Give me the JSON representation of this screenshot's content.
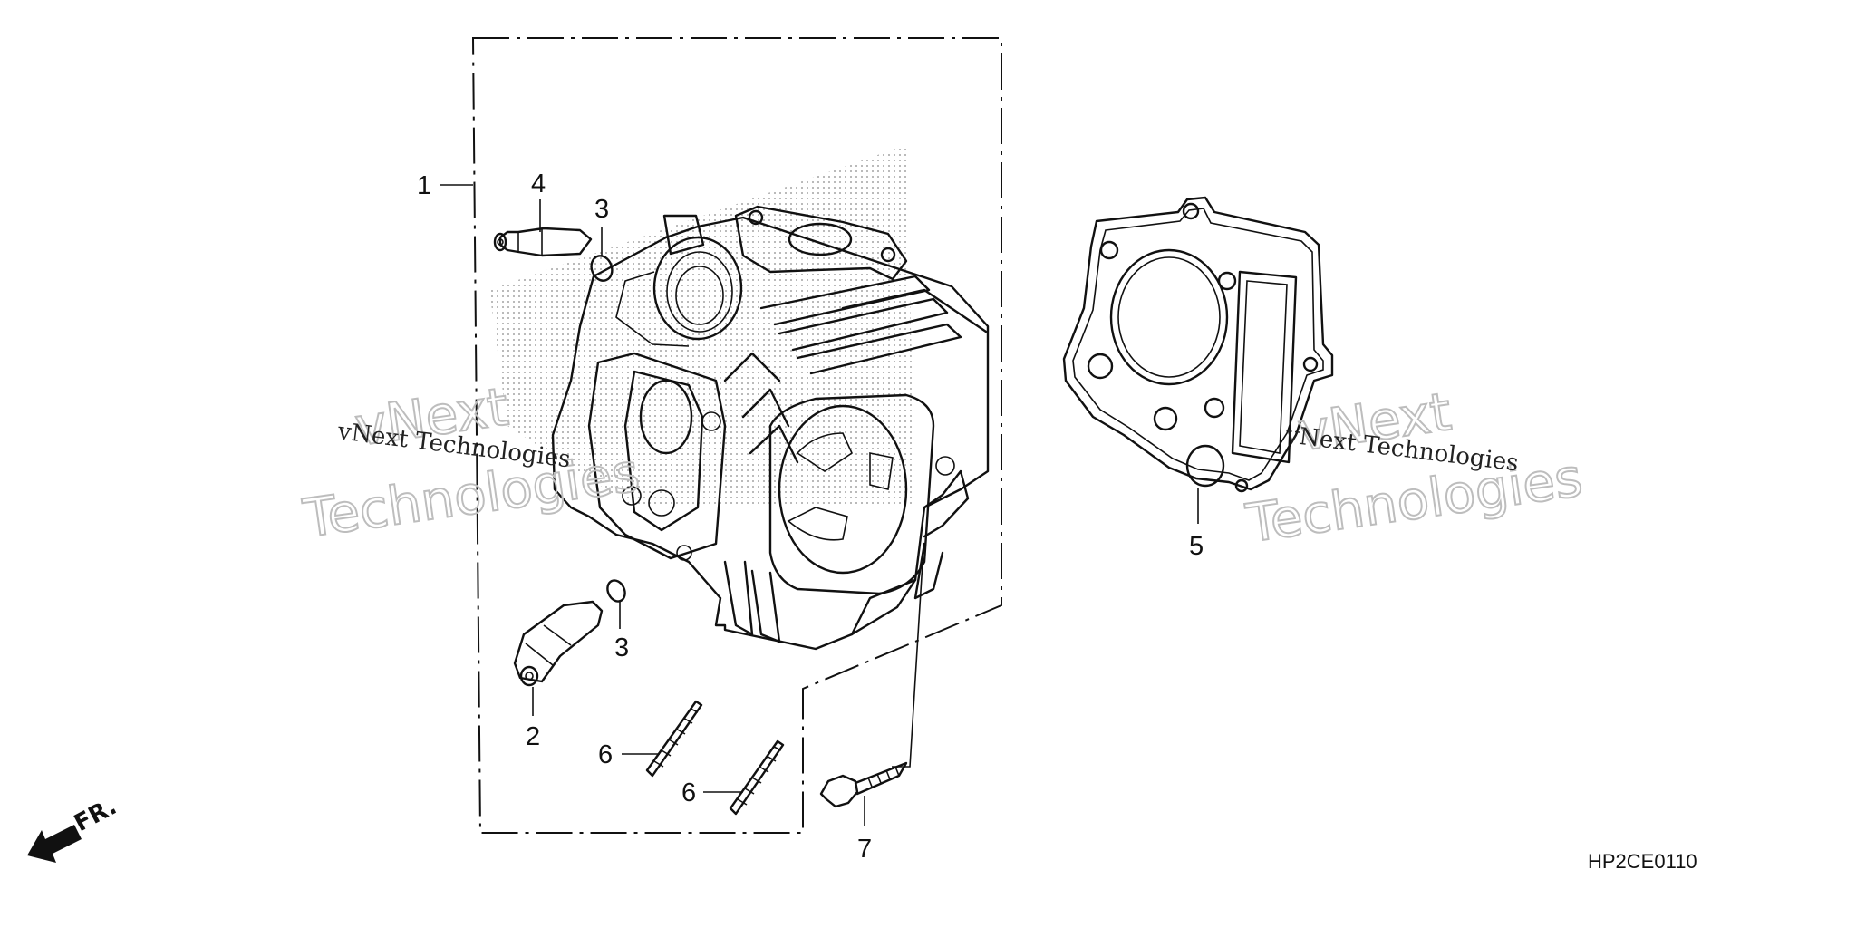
{
  "diagram": {
    "callouts": {
      "c1": "1",
      "c2": "2",
      "c3a": "3",
      "c3b": "3",
      "c4": "4",
      "c5": "5",
      "c6a": "6",
      "c6b": "6",
      "c7": "7"
    },
    "diagram_code": "HP2CE0110",
    "front_indicator": "FR.",
    "watermark": {
      "brand_line": "vNext Technologies",
      "brand_word_1": "vNext",
      "brand_word_2": "Technologies"
    },
    "line_color": "#111111",
    "shading_color": "#9a9a9a",
    "watermark_color": "#bdbdbd"
  }
}
